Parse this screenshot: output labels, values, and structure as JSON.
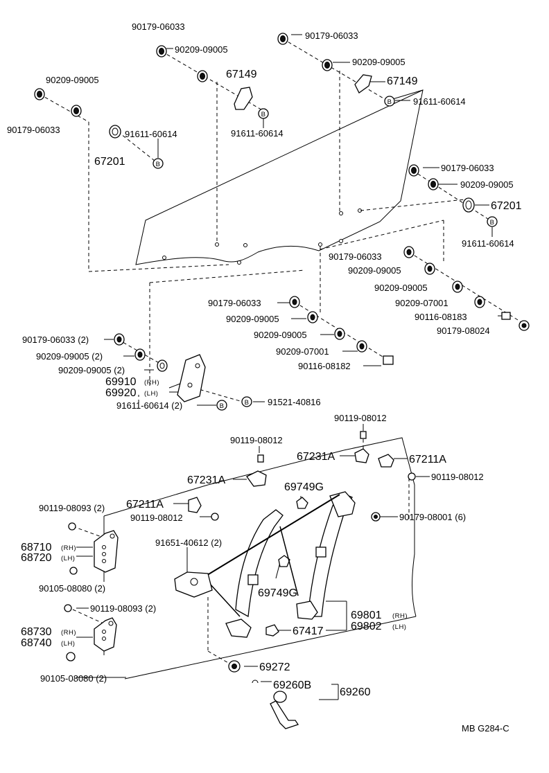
{
  "diagram": {
    "code": "MB  G284-C",
    "labels": [
      "90179-06033",
      "90209-09005",
      "67149",
      "90179-06033",
      "90209-09005",
      "67149",
      "90209-09005",
      "90179-06033",
      "91611-60614",
      "91611-60614",
      "67201",
      "91611-60614",
      "90179-06033",
      "90209-09005",
      "67201",
      "91611-60614",
      "90179-06033",
      "90209-09005",
      "90209-09005",
      "90209-07001",
      "90116-08183",
      "90179-08024",
      "90179-06033",
      "90209-09005",
      "90209-09005",
      "90209-07001",
      "90116-08182",
      "90179-06033 (2)",
      "90209-09005 (2)",
      "90209-09005 (2)",
      "69910",
      "69920",
      "91611-60614 (2)",
      "91521-40816",
      "90119-08012",
      "90119-08012",
      "67231A",
      "67211A",
      "90119-08012",
      "67231A",
      "69749G",
      "90119-08093 (2)",
      "67211A",
      "90119-08012",
      "90179-08001 (6)",
      "68710",
      "68720",
      "91651-40612 (2)",
      "90105-08080 (2)",
      "69749G",
      "90119-08093 (2)",
      "68730",
      "68740",
      "69801",
      "69802",
      "67417",
      "90105-08080 (2)",
      "69272",
      "69260B",
      "69260"
    ],
    "side_tags": {
      "rh": "(RH)",
      "lh": "(LH)"
    },
    "b_marker": "B"
  }
}
